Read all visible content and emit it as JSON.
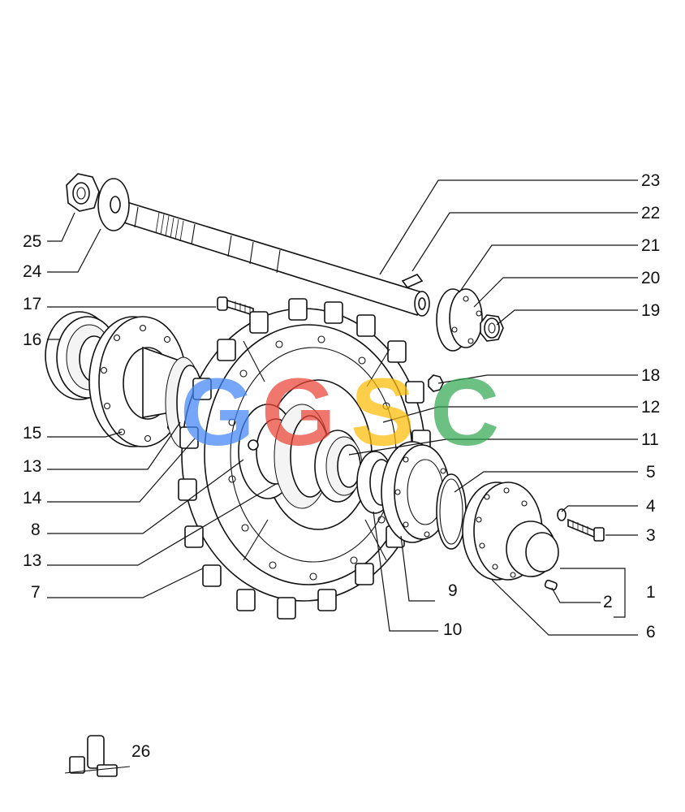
{
  "diagram": {
    "callouts": [
      {
        "id": "c23",
        "label": "23",
        "part": "shaft-key-long"
      },
      {
        "id": "c22",
        "label": "22",
        "part": "woodruff-key"
      },
      {
        "id": "c21",
        "label": "21",
        "part": "shaft-flange"
      },
      {
        "id": "c20",
        "label": "20",
        "part": "flange-hub"
      },
      {
        "id": "c19",
        "label": "19",
        "part": "hub-nut"
      },
      {
        "id": "c18",
        "label": "18",
        "part": "nut"
      },
      {
        "id": "c12",
        "label": "12",
        "part": "seal-ring"
      },
      {
        "id": "c11",
        "label": "11",
        "part": "bearing-cone"
      },
      {
        "id": "c5",
        "label": "5",
        "part": "o-ring"
      },
      {
        "id": "c4",
        "label": "4",
        "part": "lock-washer"
      },
      {
        "id": "c3",
        "label": "3",
        "part": "bolt"
      },
      {
        "id": "c1",
        "label": "1",
        "part": "cover-assembly"
      },
      {
        "id": "c2",
        "label": "2",
        "part": "dowel-pin"
      },
      {
        "id": "c6",
        "label": "6",
        "part": "end-cover"
      },
      {
        "id": "c10",
        "label": "10",
        "part": "bearing-cup"
      },
      {
        "id": "c9",
        "label": "9",
        "part": "retainer"
      },
      {
        "id": "c7",
        "label": "7",
        "part": "sprocket-segment"
      },
      {
        "id": "c13b",
        "label": "13",
        "part": "seal-ring-lower"
      },
      {
        "id": "c8",
        "label": "8",
        "part": "hub"
      },
      {
        "id": "c14",
        "label": "14",
        "part": "duo-cone-seal"
      },
      {
        "id": "c13a",
        "label": "13",
        "part": "seal-ring-upper"
      },
      {
        "id": "c15",
        "label": "15",
        "part": "inner-flange"
      },
      {
        "id": "c16",
        "label": "16",
        "part": "roller-bearing"
      },
      {
        "id": "c17",
        "label": "17",
        "part": "capscrew"
      },
      {
        "id": "c24",
        "label": "24",
        "part": "washer"
      },
      {
        "id": "c25",
        "label": "25",
        "part": "shaft-nut"
      }
    ],
    "kit": {
      "label": "26"
    }
  },
  "watermark": {
    "letters": [
      "G",
      "G",
      "S",
      "C"
    ],
    "colors": [
      "#4285f4",
      "#ea4335",
      "#fbbc05",
      "#34a853"
    ]
  }
}
